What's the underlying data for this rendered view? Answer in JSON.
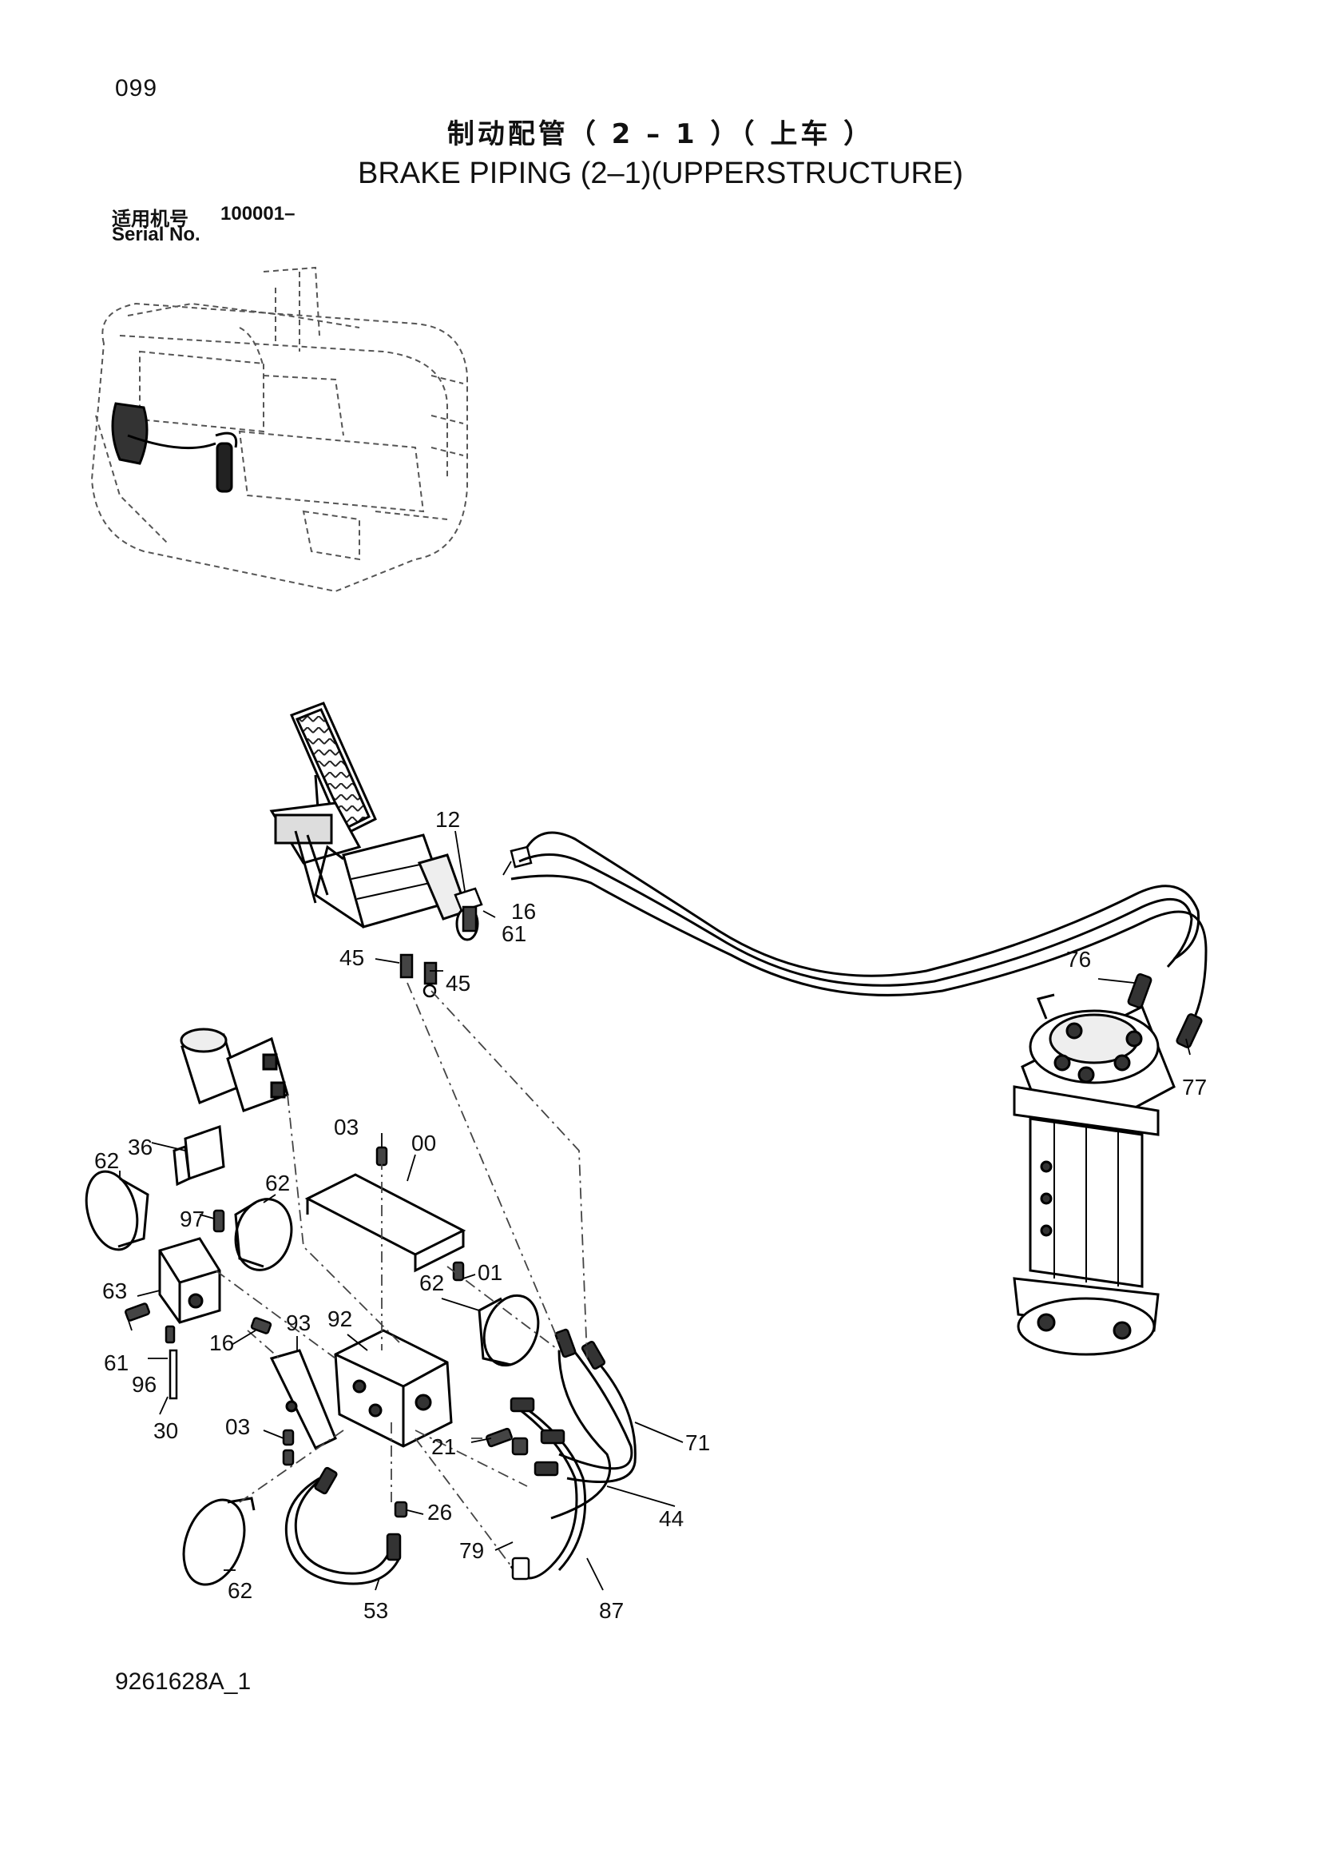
{
  "page": {
    "page_number": "099",
    "title_cn": "制动配管（ 2 – 1 ）（ 上车 ）",
    "title_en": "BRAKE PIPING (2–1)(UPPERSTRUCTURE)",
    "serial_label_cn": "适用机号",
    "serial_range": "100001–",
    "serial_label_en": "Serial No.",
    "document_code": "9261628A_1"
  },
  "callouts": [
    {
      "id": "c12",
      "text": "12"
    },
    {
      "id": "c16a",
      "text": "16"
    },
    {
      "id": "c61a",
      "text": "61"
    },
    {
      "id": "c45a",
      "text": "45"
    },
    {
      "id": "c45b",
      "text": "45"
    },
    {
      "id": "c76",
      "text": "76"
    },
    {
      "id": "c77",
      "text": "77"
    },
    {
      "id": "c03a",
      "text": "03"
    },
    {
      "id": "c00",
      "text": "00"
    },
    {
      "id": "c36",
      "text": "36"
    },
    {
      "id": "c62a",
      "text": "62"
    },
    {
      "id": "c62b",
      "text": "62"
    },
    {
      "id": "c97",
      "text": "97"
    },
    {
      "id": "c01",
      "text": "01"
    },
    {
      "id": "c63",
      "text": "63"
    },
    {
      "id": "c62c",
      "text": "62"
    },
    {
      "id": "c93",
      "text": "93"
    },
    {
      "id": "c92",
      "text": "92"
    },
    {
      "id": "c16b",
      "text": "16"
    },
    {
      "id": "c61b",
      "text": "61"
    },
    {
      "id": "c96",
      "text": "96"
    },
    {
      "id": "c30",
      "text": "30"
    },
    {
      "id": "c03b",
      "text": "03"
    },
    {
      "id": "c71",
      "text": "71"
    },
    {
      "id": "c21",
      "text": "21"
    },
    {
      "id": "c44",
      "text": "44"
    },
    {
      "id": "c26",
      "text": "26"
    },
    {
      "id": "c79",
      "text": "79"
    },
    {
      "id": "c62d",
      "text": "62"
    },
    {
      "id": "c53",
      "text": "53"
    },
    {
      "id": "c87",
      "text": "87"
    }
  ]
}
